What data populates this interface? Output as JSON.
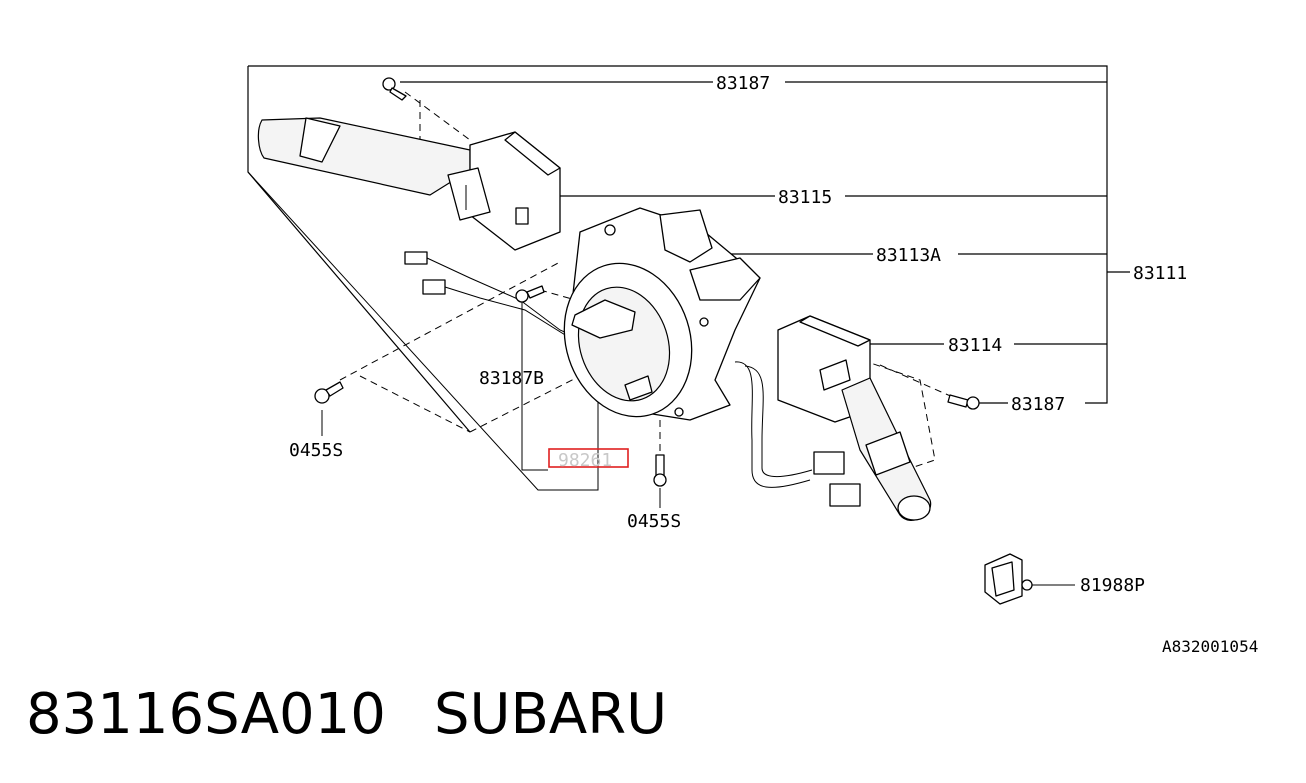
{
  "diagram": {
    "labels": {
      "p83187_top": "83187",
      "p83115": "83115",
      "p83113A": "83113A",
      "p83111": "83111",
      "p83114": "83114",
      "p83187_right": "83187",
      "p83187B": "83187B",
      "p0455S_left": "0455S",
      "p98261": "98261",
      "p0455S_bottom": "0455S",
      "p81988P": "81988P"
    },
    "highlight_color": "#e02020",
    "drawing_code": "A832001054"
  },
  "footer": {
    "part_number": "83116SA010",
    "brand": "SUBARU"
  }
}
